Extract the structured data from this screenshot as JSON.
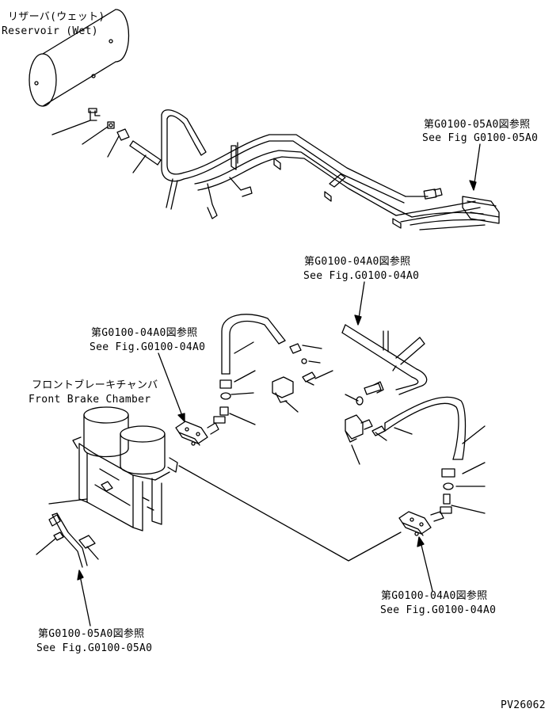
{
  "labels": {
    "reservoir_jp": "リザーバ(ウェット)",
    "reservoir_en": "Reservoir (Wet)",
    "ref_05a0_top_jp": "第G0100-05A0図参照",
    "ref_05a0_top_en": "See Fig G0100-05A0",
    "ref_04a0_upper_jp": "第G0100-04A0図参照",
    "ref_04a0_upper_en": "See Fig.G0100-04A0",
    "ref_04a0_left_jp": "第G0100-04A0図参照",
    "ref_04a0_left_en": "See Fig.G0100-04A0",
    "front_chamber_jp": "フロントブレーキチャンバ",
    "front_chamber_en": "Front Brake Chamber",
    "ref_04a0_lower_jp": "第G0100-04A0図参照",
    "ref_04a0_lower_en": "See Fig.G0100-04A0",
    "ref_05a0_bottom_jp": "第G0100-05A0図参照",
    "ref_05a0_bottom_en": "See Fig.G0100-05A0",
    "drawing_number": "PV26062"
  }
}
